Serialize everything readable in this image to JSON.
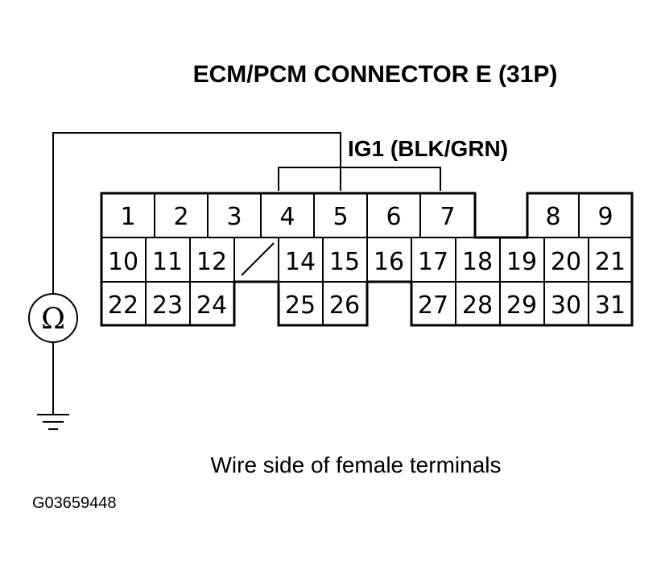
{
  "title": "ECM/PCM CONNECTOR E (31P)",
  "wire_label": "IG1 (BLK/GRN)",
  "caption": "Wire side of female terminals",
  "code": "G03659448",
  "ohmmeter_symbol": "Ω",
  "pins": {
    "row1": [
      "1",
      "2",
      "3",
      "4",
      "5",
      "6",
      "7",
      "8",
      "9"
    ],
    "row2": [
      "10",
      "11",
      "12",
      "14",
      "15",
      "16",
      "17",
      "18",
      "19",
      "20",
      "21"
    ],
    "row3": [
      "22",
      "23",
      "24",
      "25",
      "26",
      "27",
      "28",
      "29",
      "30",
      "31"
    ]
  }
}
